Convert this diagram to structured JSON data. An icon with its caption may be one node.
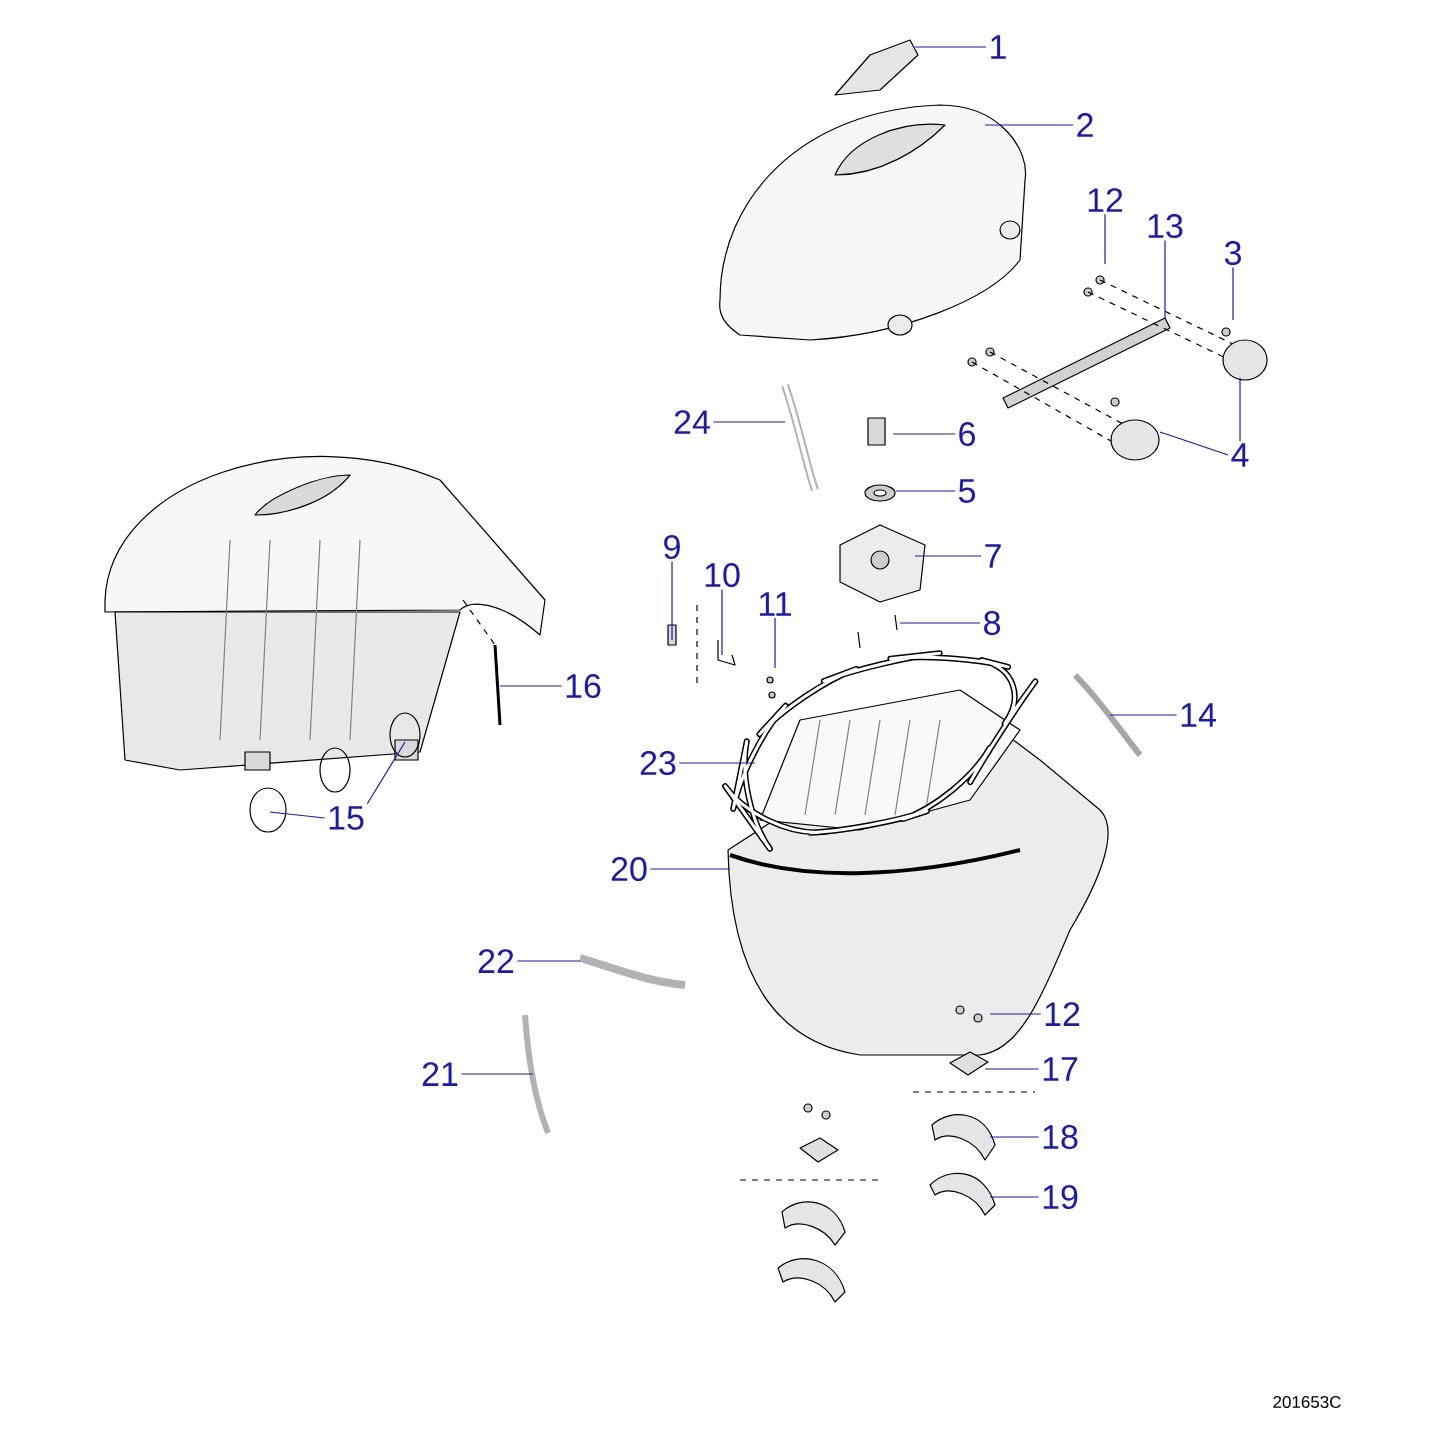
{
  "diagram": {
    "nodes": [
      {
        "text": [
          "1"
        ]
      },
      {
        "text": [
          "2"
        ]
      },
      {
        "text": [
          "12"
        ]
      },
      {
        "text": [
          "13"
        ]
      },
      {
        "text": [
          "3"
        ]
      },
      {
        "text": [
          "24"
        ]
      },
      {
        "text": [
          "6"
        ]
      },
      {
        "text": [
          "4"
        ]
      },
      {
        "text": [
          "5"
        ]
      },
      {
        "text": [
          "9"
        ]
      },
      {
        "text": [
          "7"
        ]
      },
      {
        "text": [
          "10"
        ]
      },
      {
        "text": [
          "11"
        ]
      },
      {
        "text": [
          "8"
        ]
      },
      {
        "text": [
          "16"
        ]
      },
      {
        "text": [
          "14"
        ]
      },
      {
        "text": [
          "23"
        ]
      },
      {
        "text": [
          "15"
        ]
      },
      {
        "text": [
          "20"
        ]
      },
      {
        "text": [
          "22"
        ]
      },
      {
        "text": [
          "12"
        ]
      },
      {
        "text": [
          "17"
        ]
      },
      {
        "text": [
          "21"
        ]
      },
      {
        "text": [
          "18"
        ]
      },
      {
        "text": [
          "19"
        ]
      }
    ],
    "edges": [
      {
        "from": 0,
        "to": null,
        "arrow": "none"
      },
      {
        "from": 1,
        "to": null,
        "arrow": "none"
      },
      {
        "from": 2,
        "to": null,
        "arrow": "none"
      },
      {
        "from": 3,
        "to": null,
        "arrow": "none"
      },
      {
        "from": 4,
        "to": null,
        "arrow": "none"
      },
      {
        "from": 5,
        "to": null,
        "arrow": "none"
      },
      {
        "from": 6,
        "to": null,
        "arrow": "none"
      },
      {
        "from": 7,
        "to": null,
        "arrow": "none"
      },
      {
        "from": 7,
        "to": null,
        "arrow": "none"
      },
      {
        "from": 8,
        "to": null,
        "arrow": "none"
      },
      {
        "from": 9,
        "to": null,
        "arrow": "none"
      },
      {
        "from": 10,
        "to": null,
        "arrow": "none"
      },
      {
        "from": 11,
        "to": null,
        "arrow": "none"
      },
      {
        "from": 12,
        "to": null,
        "arrow": "none"
      },
      {
        "from": 13,
        "to": null,
        "arrow": "none"
      },
      {
        "from": 14,
        "to": null,
        "arrow": "none"
      },
      {
        "from": 15,
        "to": null,
        "arrow": "none"
      },
      {
        "from": 16,
        "to": null,
        "arrow": "none"
      },
      {
        "from": 17,
        "to": null,
        "arrow": "none"
      },
      {
        "from": 17,
        "to": null,
        "arrow": "none"
      },
      {
        "from": 18,
        "to": null,
        "arrow": "none"
      },
      {
        "from": 19,
        "to": null,
        "arrow": "none"
      },
      {
        "from": 20,
        "to": null,
        "arrow": "none"
      },
      {
        "from": 21,
        "to": null,
        "arrow": "none"
      },
      {
        "from": 22,
        "to": null,
        "arrow": "none"
      },
      {
        "from": 23,
        "to": null,
        "arrow": "none"
      },
      {
        "from": 24,
        "to": null,
        "arrow": "none"
      }
    ],
    "labels": [
      "201653C"
    ]
  }
}
